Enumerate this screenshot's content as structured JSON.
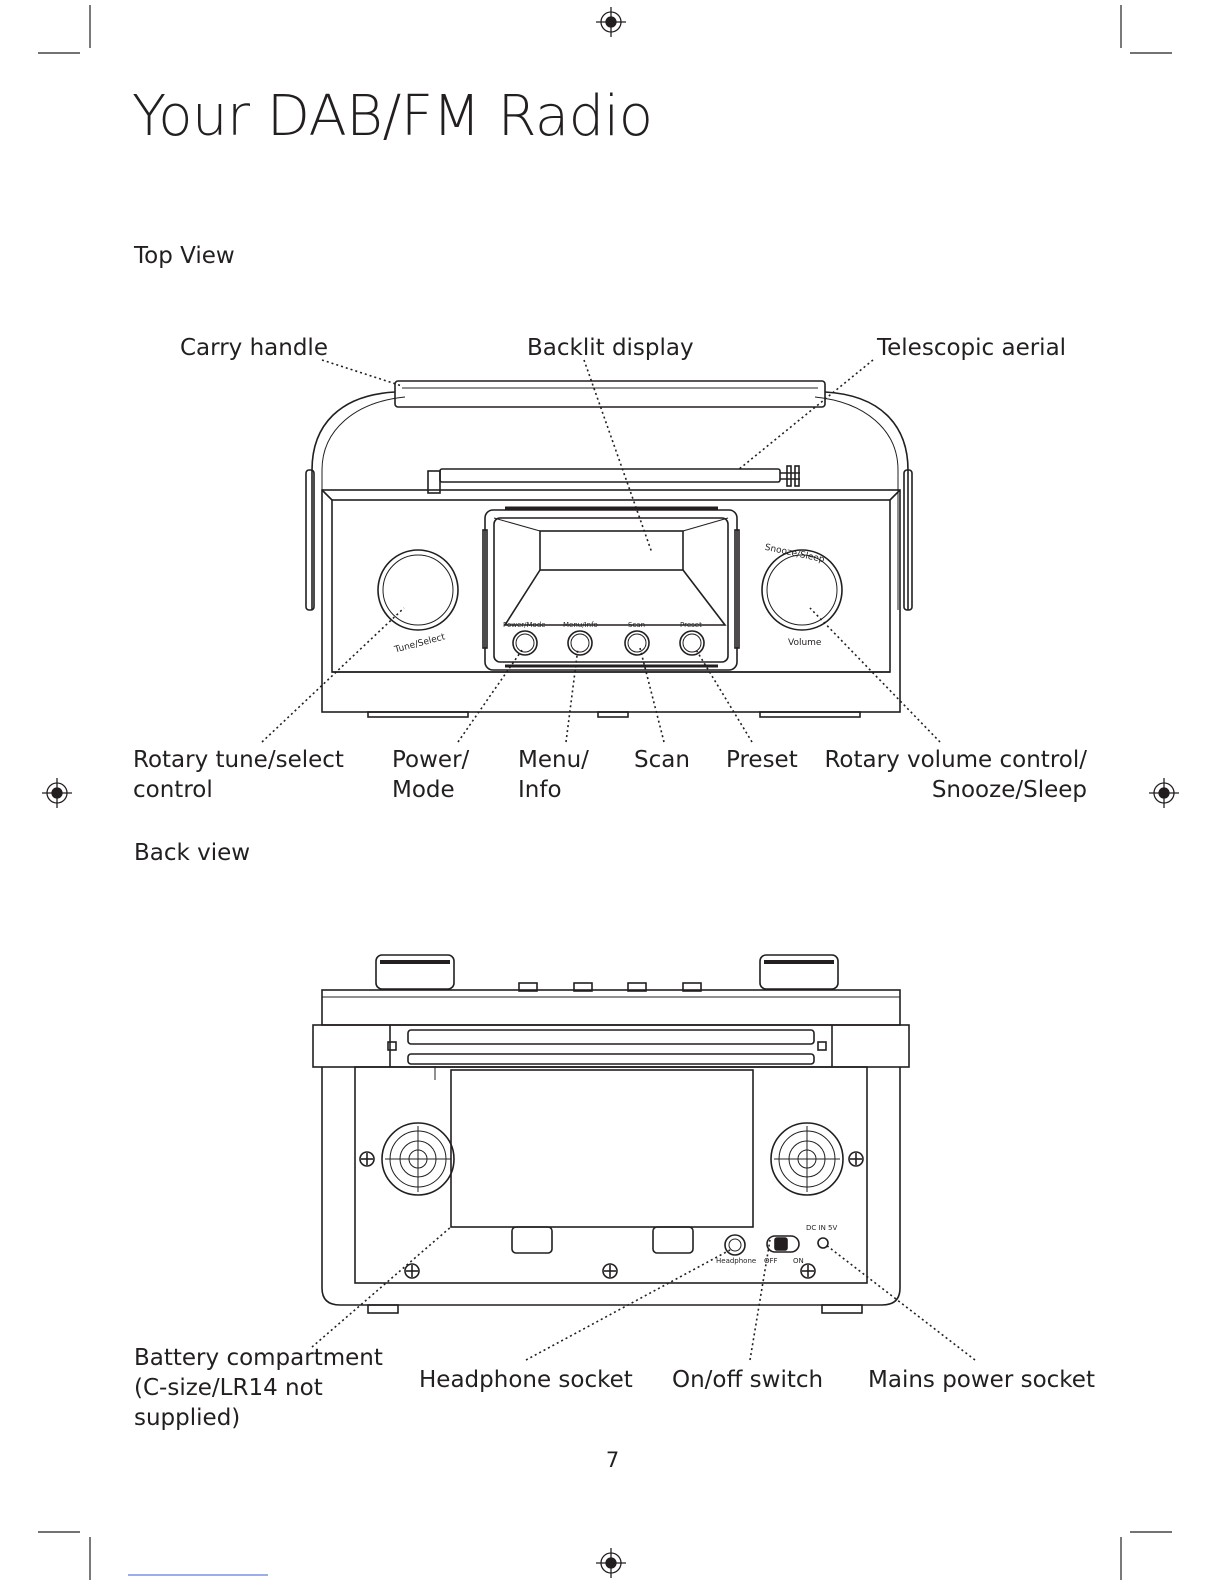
{
  "page": {
    "title": "Your DAB/FM Radio",
    "page_number": "7"
  },
  "top_view": {
    "heading": "Top View",
    "callouts": {
      "carry_handle": "Carry handle",
      "backlit_display": "Backlit display",
      "telescopic_aerial": "Telescopic aerial",
      "rotary_tune_line1": "Rotary tune/select",
      "rotary_tune_line2": "control",
      "power_line1": "Power/",
      "power_line2": "Mode",
      "menu_line1": "Menu/",
      "menu_line2": "Info",
      "scan": "Scan",
      "preset": "Preset",
      "volume_line1": "Rotary volume control/",
      "volume_line2": "Snooze/Sleep"
    },
    "device_labels": {
      "power_mode": "Power/Mode",
      "menu_info": "Menu/Info",
      "scan": "Scan",
      "preset": "Preset",
      "tune_select": "Tune/Select",
      "snooze_sleep": "Snooze/Sleep",
      "volume": "Volume"
    }
  },
  "back_view": {
    "heading": "Back view",
    "callouts": {
      "battery_line1": "Battery compartment",
      "battery_line2": "(C-size/LR14 not",
      "battery_line3": "supplied)",
      "headphone_socket": "Headphone socket",
      "on_off_switch": "On/off switch",
      "mains_power_socket": "Mains power socket"
    },
    "device_labels": {
      "headphone": "Headphone",
      "off": "OFF",
      "on": "ON",
      "dc_in": "DC IN 5V"
    }
  }
}
